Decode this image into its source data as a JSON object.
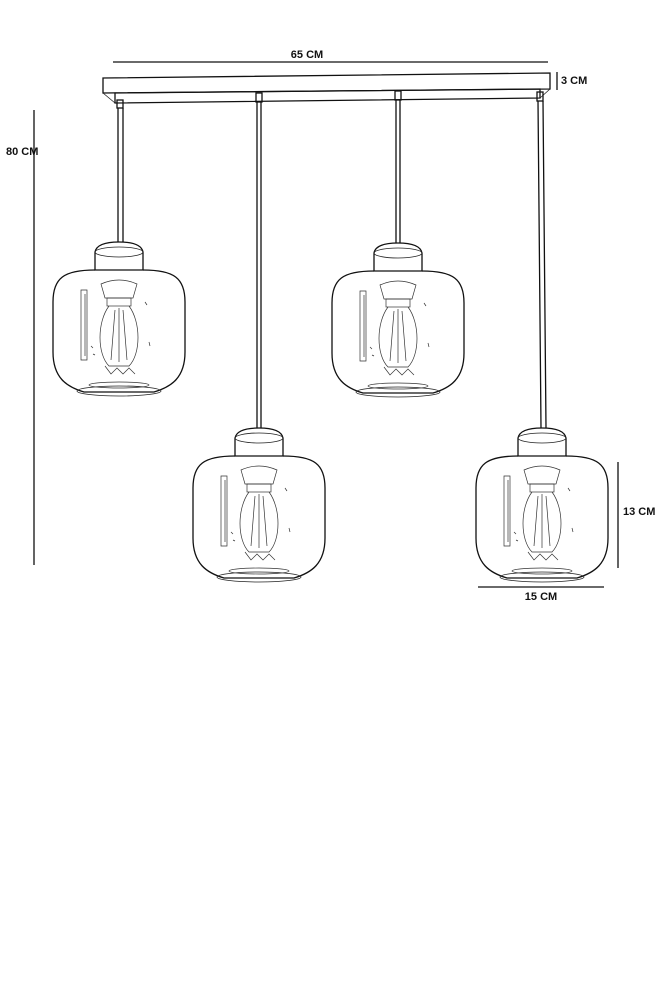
{
  "colors": {
    "ink": "#111111",
    "background": "#ffffff"
  },
  "dimensions": {
    "width_total": "65 CM",
    "canopy_height": "3 CM",
    "total_height": "80 CM",
    "shade_height": "13 CM",
    "shade_width": "15 CM"
  },
  "pendants": [
    {
      "id": "pendant-1",
      "level": "high"
    },
    {
      "id": "pendant-2",
      "level": "low"
    },
    {
      "id": "pendant-3",
      "level": "high"
    },
    {
      "id": "pendant-4",
      "level": "low"
    }
  ]
}
